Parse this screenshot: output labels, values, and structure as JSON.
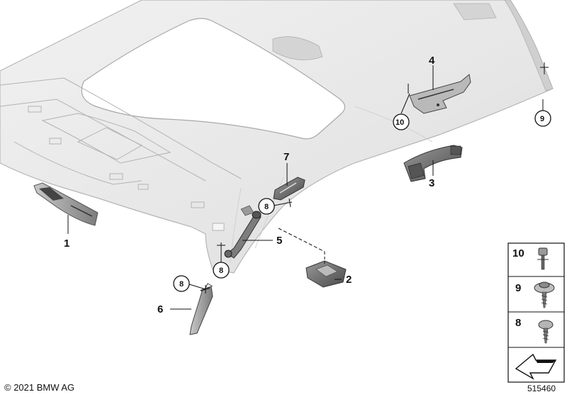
{
  "callouts": {
    "c1": "1",
    "c2": "2",
    "c3": "3",
    "c4": "4",
    "c5": "5",
    "c6": "6",
    "c7": "7",
    "c9": "9",
    "c10": "10",
    "c8a": "8",
    "c8b": "8",
    "c8c": "8"
  },
  "legend": {
    "row1": "10",
    "row2": "9",
    "row3": "8"
  },
  "footer": {
    "copyright": "© 2021 BMW AG",
    "diagram_number": "515460"
  }
}
